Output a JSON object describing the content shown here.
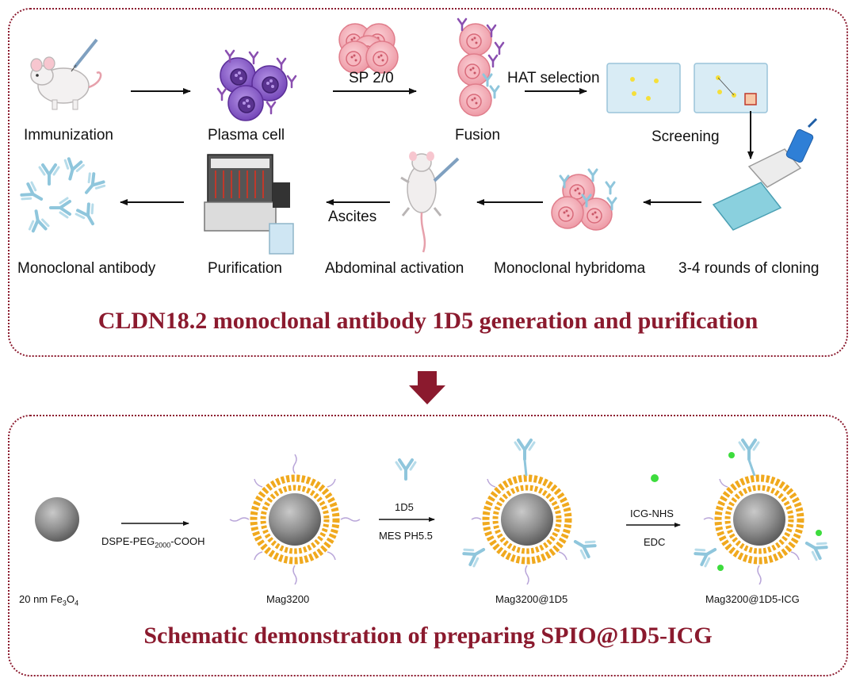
{
  "top_panel": {
    "title": "CLDN18.2 monoclonal antibody 1D5 generation and purification",
    "steps": {
      "immunization": "Immunization",
      "plasma_cell": "Plasma cell",
      "fusion": "Fusion",
      "screening": "Screening",
      "cloning": "3-4 rounds of cloning",
      "hybridoma": "Monoclonal hybridoma",
      "abdominal": "Abdominal activation",
      "purification": "Purification",
      "antibody": "Monoclonal antibody"
    },
    "arrow_labels": {
      "sp20": "SP 2/0",
      "hat": "HAT selection",
      "ascites": "Ascites"
    }
  },
  "bottom_panel": {
    "title": "Schematic demonstration of preparing SPIO@1D5-ICG",
    "items": {
      "fe3o4_prefix": "20 nm Fe",
      "fe3o4_sub1": "3",
      "fe3o4_mid": "O",
      "fe3o4_sub2": "4",
      "mag3200": "Mag3200",
      "mag1d5": "Mag3200@1D5",
      "magicg": "Mag3200@1D5-ICG"
    },
    "arrow_labels": {
      "dspe_prefix": "DSPE-PEG",
      "dspe_sub": "2000",
      "dspe_suffix": "-COOH",
      "r1_top": "1D5",
      "r1_bottom": "MES PH5.5",
      "r2_top": "ICG-NHS",
      "r2_bottom": "EDC"
    }
  },
  "colors": {
    "accent": "#8b1a2e",
    "plasma": "#8a5cc8",
    "hybridoma": "#f2a7b0",
    "antibody": "#8fc6dc",
    "lipid": "#f0a91e",
    "core": "#8e8e8e",
    "icg": "#3ddc3d"
  }
}
